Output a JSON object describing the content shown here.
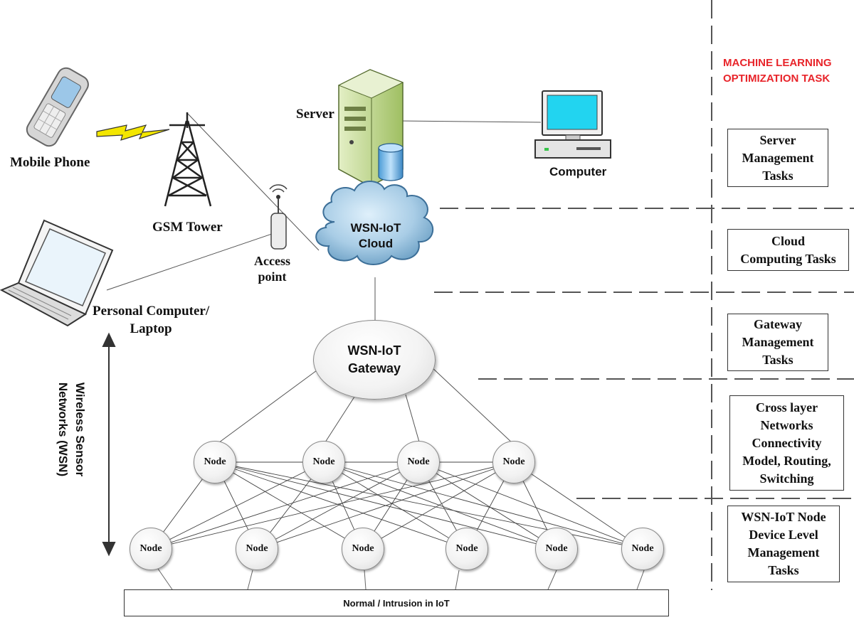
{
  "devices": {
    "mobile_phone": "Mobile Phone",
    "gsm_tower": "GSM Tower",
    "access_point": "Access\npoint",
    "laptop": "Personal Computer/\nLaptop",
    "server": "Server",
    "computer": "Computer",
    "cloud": "WSN-IoT\nCloud",
    "gateway": "WSN-IoT\nGateway"
  },
  "node_label": "Node",
  "upper_nodes": [
    "Node",
    "Node",
    "Node",
    "Node"
  ],
  "lower_nodes": [
    "Node",
    "Node",
    "Node",
    "Node",
    "Node",
    "Node"
  ],
  "wsn_label": "Wireless Sensor\nNetworks (WSN)",
  "bottom_bar": "Normal / Intrusion in IoT",
  "ml": {
    "title": "MACHINE LEARNING\nOPTIMIZATION TASK",
    "tasks": [
      "Server\nManagement\nTasks",
      "Cloud\nComputing Tasks",
      "Gateway\nManagement\nTasks",
      "Cross layer\nNetworks\nConnectivity\nModel, Routing,\nSwitching",
      "WSN-IoT Node\nDevice Level\nManagement\nTasks"
    ]
  },
  "colors": {
    "ml_title": "#e8242a",
    "cloud_fill": "#a9cde6",
    "server_body": "#b7d08a",
    "monitor_screen": "#22d4f0",
    "lightning": "#f3e600"
  }
}
